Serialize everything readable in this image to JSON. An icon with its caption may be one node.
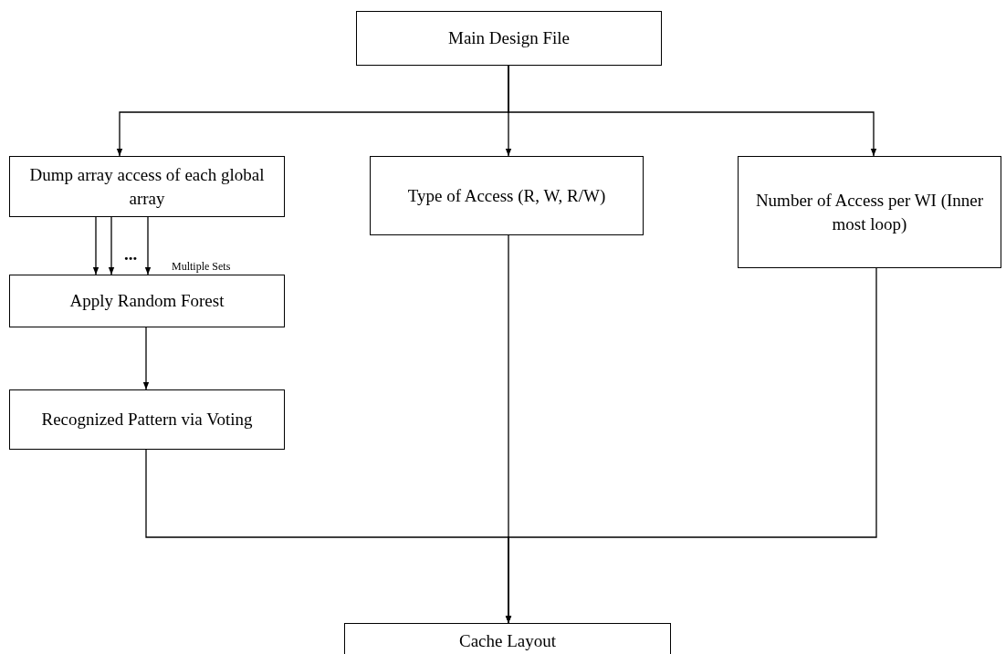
{
  "diagram": {
    "nodes": [
      {
        "text": [
          "Main Design File"
        ]
      },
      {
        "text": [
          "Dump array access of each global array"
        ]
      },
      {
        "text": [
          "Type of Access (R, W, R/W)"
        ]
      },
      {
        "text": [
          "Number of Access per WI (Inner most loop)"
        ]
      },
      {
        "text": [
          "Apply Random Forest"
        ]
      },
      {
        "text": [
          "Recognized Pattern via Voting"
        ]
      },
      {
        "text": [
          "Cache Layout"
        ]
      }
    ],
    "edges": [
      {
        "from": 0,
        "to": 1,
        "arrow": "to"
      },
      {
        "from": 0,
        "to": 2,
        "arrow": "to"
      },
      {
        "from": 0,
        "to": 3,
        "arrow": "to"
      },
      {
        "from": 1,
        "to": 4,
        "arrow": "to"
      },
      {
        "from": 1,
        "to": 4,
        "arrow": "to"
      },
      {
        "from": 1,
        "to": 4,
        "arrow": "to"
      },
      {
        "from": 4,
        "to": 5,
        "arrow": "to"
      },
      {
        "from": 5,
        "to": 6,
        "arrow": "to"
      },
      {
        "from": 2,
        "to": 6,
        "arrow": "to"
      },
      {
        "from": 3,
        "to": 6,
        "arrow": "to"
      }
    ],
    "labels": [
      "...",
      "Multiple Sets"
    ]
  }
}
